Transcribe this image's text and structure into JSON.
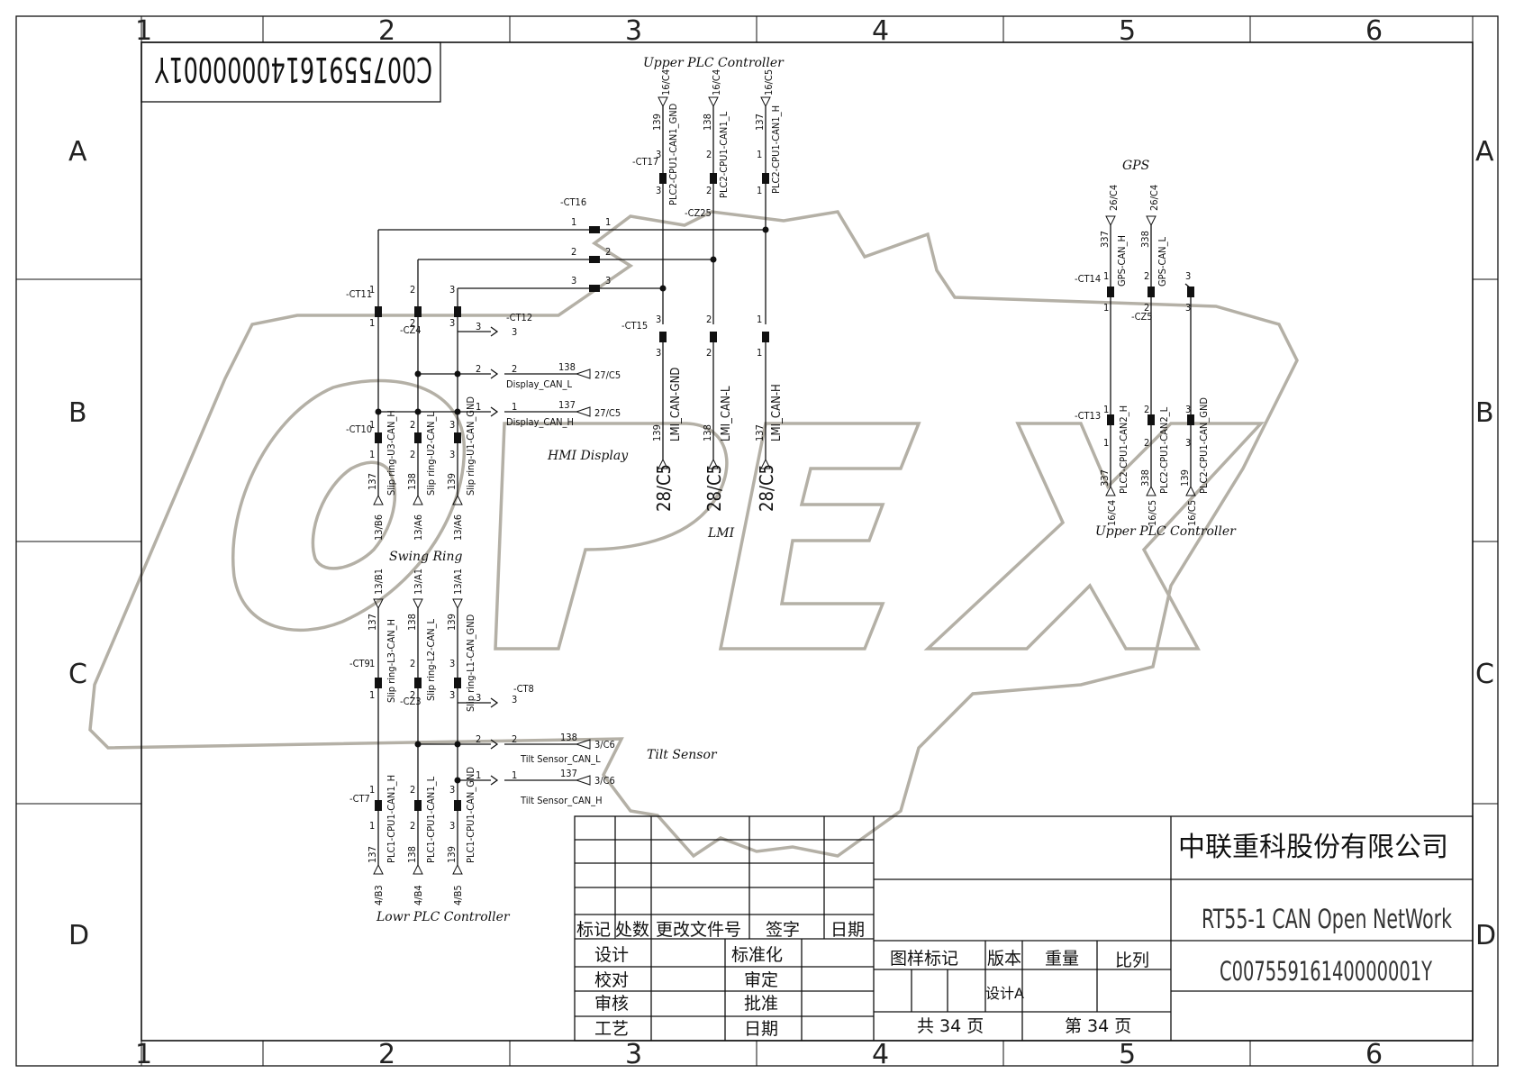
{
  "drawing_no_stamp": "C00755916140000001Y",
  "zones": {
    "columns": [
      "1",
      "2",
      "3",
      "4",
      "5",
      "6"
    ],
    "rows": [
      "A",
      "B",
      "C",
      "D"
    ]
  },
  "upper_plc": {
    "title": "Upper PLC Controller",
    "conn_label": "-CT17",
    "junction_label": "-CZ25",
    "signals": [
      {
        "ref": "16/C4",
        "wire": "139",
        "name": "PLC2-CPU1-CAN1_GND",
        "pin": "3"
      },
      {
        "ref": "16/C4",
        "wire": "138",
        "name": "PLC2-CPU1-CAN1_L",
        "pin": "2"
      },
      {
        "ref": "16/C5",
        "wire": "137",
        "name": "PLC2-CPU1-CAN1_H",
        "pin": "1"
      }
    ]
  },
  "ct16": {
    "label": "-CT16",
    "pins": [
      "1",
      "2",
      "3"
    ]
  },
  "ct15": {
    "label": "-CT15"
  },
  "lmi": {
    "title": "LMI",
    "signals": [
      {
        "pin": "3",
        "name": "LMI_CAN-GND",
        "wire": "139",
        "ref": "28/C5"
      },
      {
        "pin": "2",
        "name": "LMI_CAN-L",
        "wire": "138",
        "ref": "28/C5"
      },
      {
        "pin": "1",
        "name": "LMI_CAN-H",
        "wire": "137",
        "ref": "28/C5"
      }
    ]
  },
  "hmi": {
    "title": "HMI Display",
    "ct12": "-CT12",
    "rows": [
      {
        "pin": "2",
        "name": "Display_CAN_L",
        "wire": "138",
        "ref": "27/C5"
      },
      {
        "pin": "1",
        "name": "Display_CAN_H",
        "wire": "137",
        "ref": "27/C5"
      }
    ]
  },
  "swing_ring": {
    "title": "Swing Ring",
    "ct11": "-CT11",
    "cz4": "-CZ4",
    "ct10": "-CT10",
    "upper": [
      {
        "pin": "1",
        "name": "Slip ring-U3-CAN_H",
        "wire": "137",
        "ref": "13/B6"
      },
      {
        "pin": "2",
        "name": "Slip ring-U2-CAN_L",
        "wire": "138",
        "ref": "13/A6"
      },
      {
        "pin": "3",
        "name": "Slip ring-U1-CAN_GND",
        "wire": "139",
        "ref": "13/A6"
      }
    ],
    "lower": [
      {
        "ref": "13/B1",
        "wire": "137",
        "name": "Slip ring-L3-CAN_H",
        "pin": "1"
      },
      {
        "ref": "13/A1",
        "wire": "138",
        "name": "Slip ring-L2-CAN_L",
        "pin": "2"
      },
      {
        "ref": "13/A1",
        "wire": "139",
        "name": "Slip ring-L1-CAN_GND",
        "pin": "3"
      }
    ]
  },
  "tilt_sensor": {
    "title": "Tilt Sensor",
    "ct9": "-CT9",
    "cz3": "-CZ3",
    "ct8": "-CT8",
    "rows": [
      {
        "pin": "2",
        "name": "Tilt Sensor_CAN_L",
        "wire": "138",
        "ref": "3/C6"
      },
      {
        "pin": "1",
        "name": "Tilt Sensor_CAN_H",
        "wire": "137",
        "ref": "3/C6"
      }
    ]
  },
  "lower_plc": {
    "title": "Lowr PLC Controller",
    "ct7": "-CT7",
    "signals": [
      {
        "pin": "1",
        "name": "PLC1-CPU1-CAN1_H",
        "wire": "137",
        "ref": "4/B3"
      },
      {
        "pin": "2",
        "name": "PLC1-CPU1-CAN1_L",
        "wire": "138",
        "ref": "4/B4"
      },
      {
        "pin": "3",
        "name": "PLC1-CPU1-CAN_GND",
        "wire": "139",
        "ref": "4/B5"
      }
    ]
  },
  "gps": {
    "title": "GPS",
    "ct14": "-CT14",
    "cz5": "-CZ5",
    "ct13": "-CT13",
    "top": [
      {
        "ref": "26/C4",
        "wire": "337",
        "name": "GPS-CAN_H",
        "pin": "1"
      },
      {
        "ref": "26/C4",
        "wire": "338",
        "name": "GPS-CAN_L",
        "pin": "2"
      },
      {
        "ref": "",
        "wire": "",
        "name": "",
        "pin": "3"
      }
    ],
    "bottom": [
      {
        "pin": "1",
        "name": "PLC2-CPU1-CAN2_H",
        "wire": "337",
        "ref": "16/C4"
      },
      {
        "pin": "2",
        "name": "PLC2-CPU1-CAN2_L",
        "wire": "338",
        "ref": "16/C5"
      },
      {
        "pin": "3",
        "name": "PLC2-CPU1-CAN_GND",
        "wire": "139",
        "ref": "16/C5"
      }
    ],
    "bottom_title": "Upper PLC Controller"
  },
  "title_block": {
    "company": "中联重科股份有限公司",
    "drawing_title": "RT55-1 CAN Open NetWork",
    "drawing_no": "C00755916140000001Y",
    "rev_headers": [
      "标记",
      "处数",
      "更改文件号",
      "签字",
      "日期"
    ],
    "sig_rows": [
      [
        "设计",
        "标准化"
      ],
      [
        "校对",
        "审定"
      ],
      [
        "审核",
        "批准"
      ],
      [
        "工艺",
        "日期"
      ]
    ],
    "mark_label": "图样标记",
    "version_label": "版本",
    "weight_label": "重量",
    "scale_label": "比列",
    "version_value": "设计A",
    "total_sheets": "共 34 页",
    "sheet_no": "第 34 页"
  },
  "watermark": "OPEX"
}
